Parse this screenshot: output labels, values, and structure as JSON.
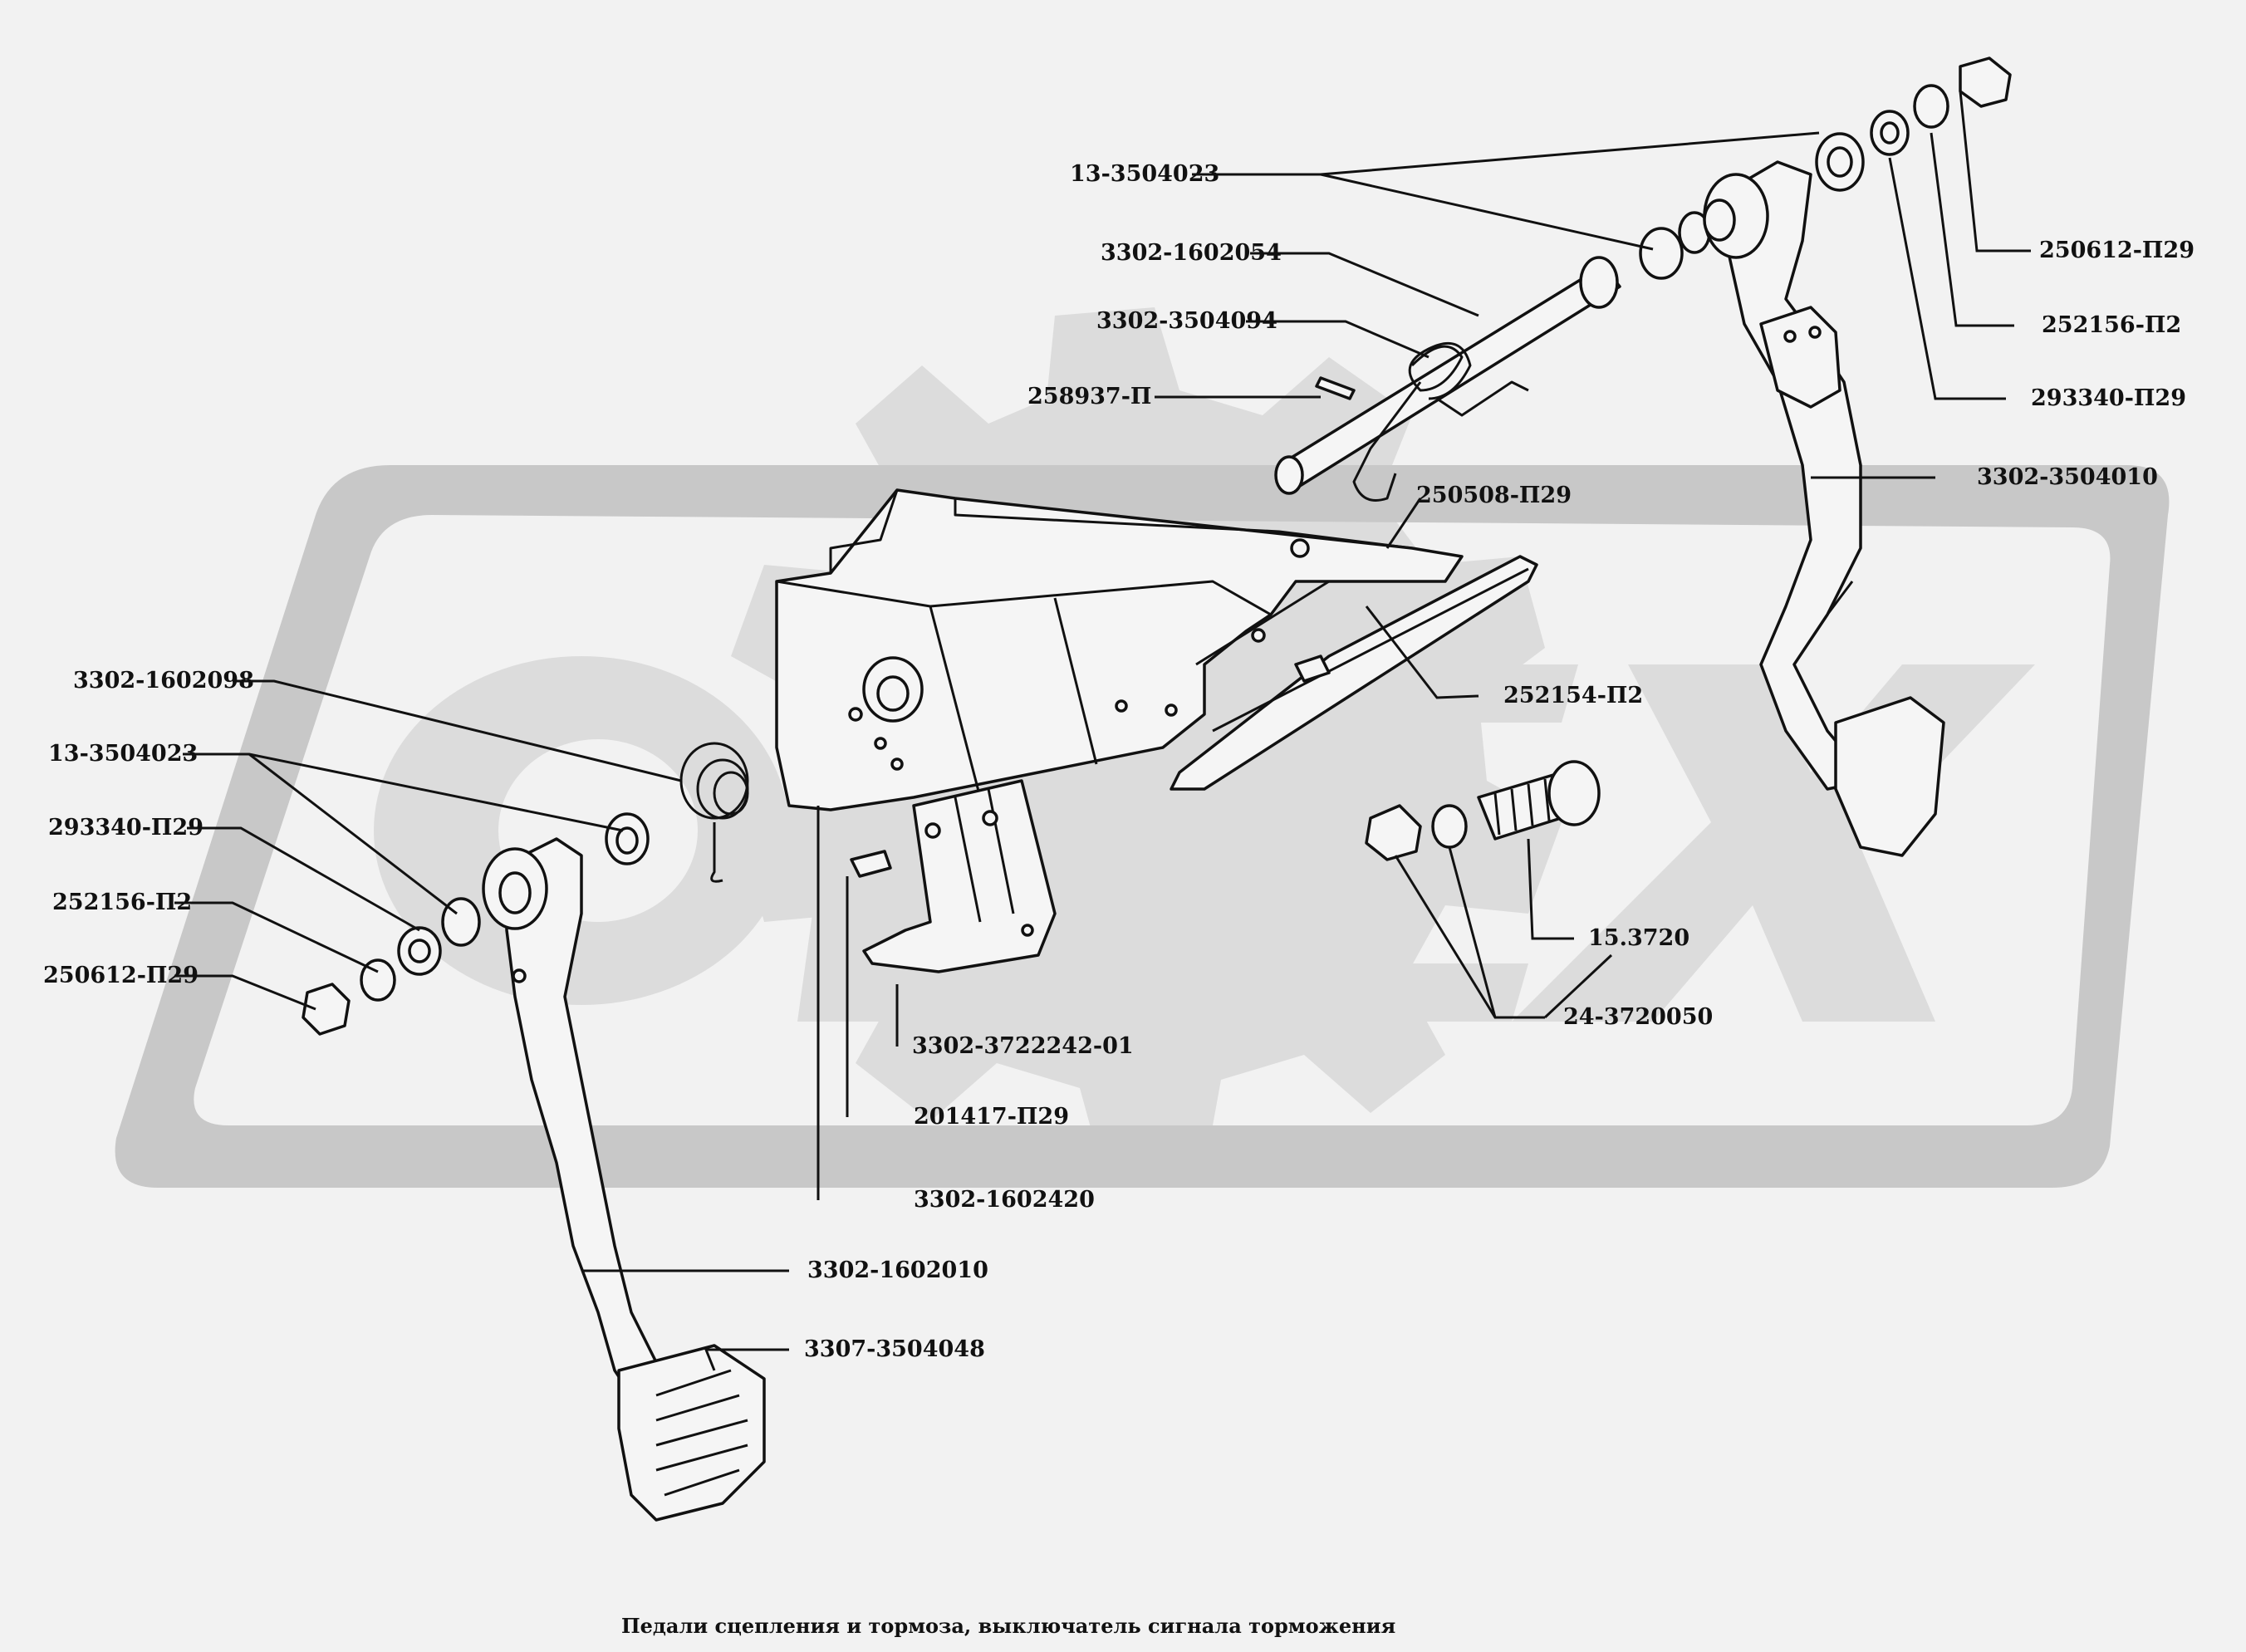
{
  "caption": "Педали сцепления и тормоза, выключатель  сигнала торможения",
  "labels": {
    "l1": "13-3504023",
    "l2": "3302-1602054",
    "l3": "3302-3504094",
    "l4": "258937-П",
    "l5": "250612-П29",
    "l6": "252156-П2",
    "l7": "293340-П29",
    "l8": "3302-3504010",
    "l9": "250508-П29",
    "l10": "252154-П2",
    "l11": "3302-1602098",
    "l12": "13-3504023",
    "l13": "293340-П29",
    "l14": "252156-П2",
    "l15": "250612-П29",
    "l16": "15.3720",
    "l17": "24-3720050",
    "l18": "3302-3722242-01",
    "l19": "201417-П29",
    "l20": "3302-1602420",
    "l21": "3302-1602010",
    "l22": "3307-3504048"
  },
  "icons": [
    "watermark-gear-logo",
    "clutch-pedal",
    "brake-pedal",
    "pedal-bracket",
    "brake-light-switch"
  ]
}
